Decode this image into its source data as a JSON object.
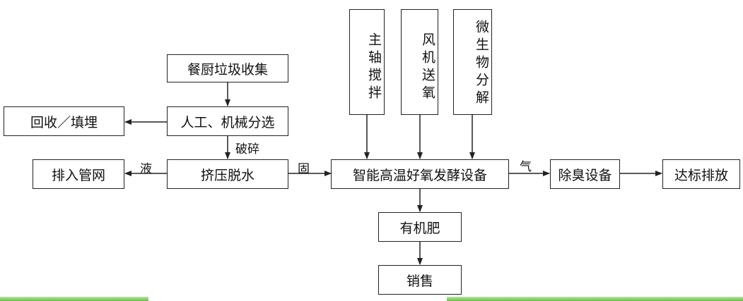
{
  "nodes": {
    "collect": "餐厨垃圾收集",
    "sort": "人工、机械分选",
    "recycle": "回收／填埋",
    "dewater": "挤压脱水",
    "drain": "排入管网",
    "fermenter": "智能高温好氧发酵设备",
    "deodor": "除臭设备",
    "discharge": "达标排放",
    "fertilizer": "有机肥",
    "sale": "销售",
    "stir": "主轴搅拌",
    "aerate": "风机送氧",
    "microbe": "微生物分解"
  },
  "labels": {
    "crush": "破碎",
    "liquid": "液",
    "solid": "固",
    "gas": "气"
  },
  "colors": {
    "line": "#222222",
    "accent_green": "#6dbd4a",
    "accent_green_light": "#b8e3a0"
  }
}
